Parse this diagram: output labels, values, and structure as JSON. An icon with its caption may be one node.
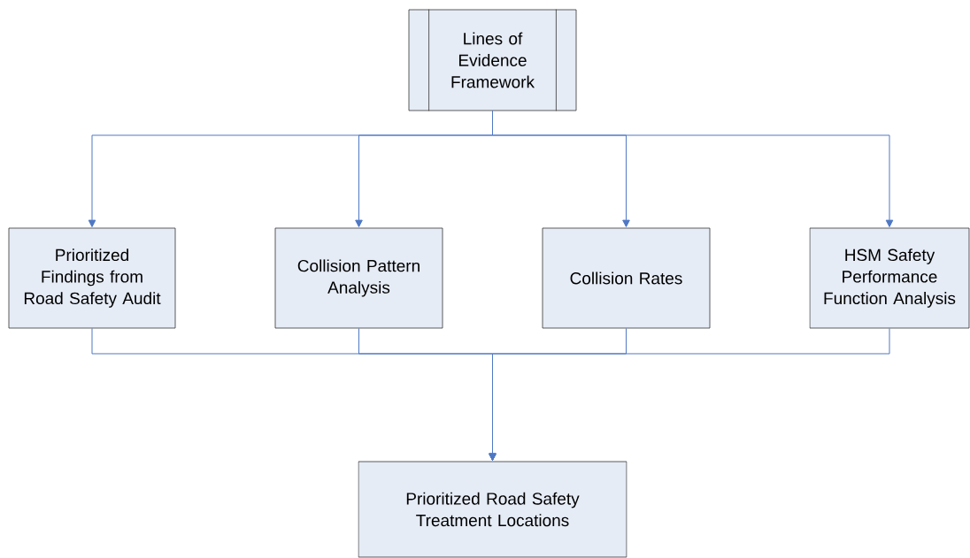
{
  "diagram": {
    "nodes": [
      {
        "text": [
          "Lines of Evidence Framework"
        ]
      },
      {
        "text": [
          "Prioritized Findings from Road Safety Audit"
        ]
      },
      {
        "text": [
          "Collision Pattern Analysis"
        ]
      },
      {
        "text": [
          "Collision Rates"
        ]
      },
      {
        "text": [
          "HSM Safety Performance Function Analysis"
        ]
      },
      {
        "text": [
          "Prioritized Road Safety Treatment Locations"
        ]
      }
    ],
    "edges": [
      {
        "from": 0,
        "to": 1,
        "arrow": "to"
      },
      {
        "from": 0,
        "to": 2,
        "arrow": "to"
      },
      {
        "from": 0,
        "to": 3,
        "arrow": "to"
      },
      {
        "from": 0,
        "to": 4,
        "arrow": "to"
      },
      {
        "from": 1,
        "to": 5,
        "arrow": "to"
      },
      {
        "from": 2,
        "to": 5,
        "arrow": "to"
      },
      {
        "from": 3,
        "to": 5,
        "arrow": "to"
      },
      {
        "from": 4,
        "to": 5,
        "arrow": "to"
      }
    ]
  }
}
